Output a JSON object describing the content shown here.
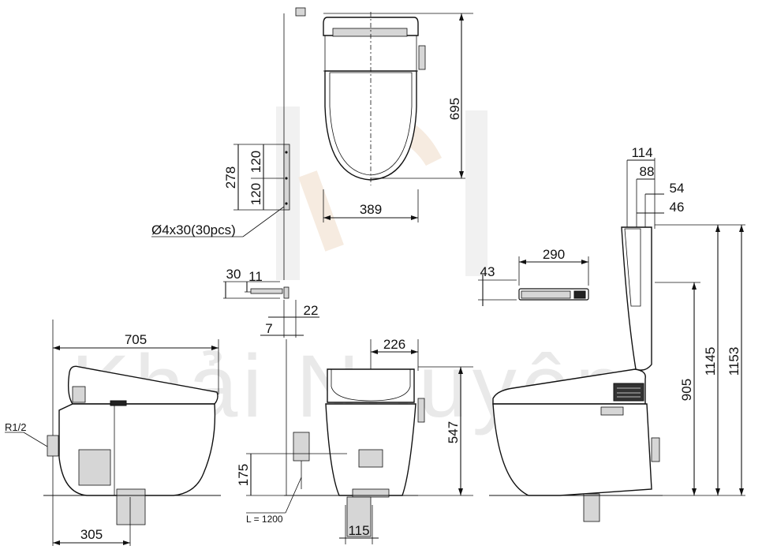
{
  "watermark": {
    "text": "Khải Nguyên"
  },
  "top_view": {
    "depth": "695",
    "width": "389"
  },
  "wall_bracket": {
    "total": "278",
    "upper": "120",
    "lower": "120",
    "screw_note": "Ø4x30(30pcs)"
  },
  "remote_mount": {
    "offset": "30",
    "thickness": "11",
    "depth": "22",
    "gap": "7"
  },
  "remote": {
    "width": "290",
    "height": "43"
  },
  "side_view_left": {
    "length": "705",
    "rough_in": "305",
    "supply_label": "R1/2"
  },
  "front_view": {
    "half_width": "226",
    "height": "547",
    "supply_height": "175",
    "outlet_width": "115",
    "hose_length": "L = 1200"
  },
  "side_view_right": {
    "lid_top": "114",
    "lid_mid": "88",
    "top_offset_a": "54",
    "top_offset_b": "46",
    "seat_height": "905",
    "lid_height": "1145",
    "total_height": "1153"
  }
}
